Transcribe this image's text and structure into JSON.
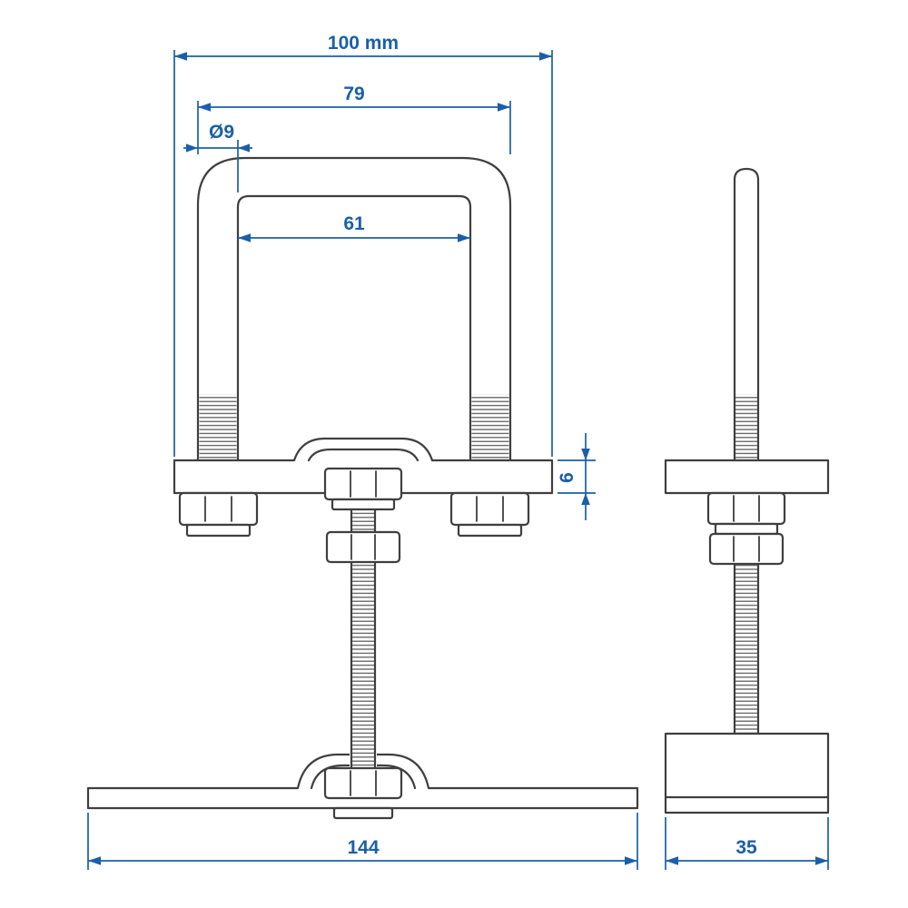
{
  "drawing": {
    "type": "technical-drawing",
    "subject": "U-bolt mast clamp with saddle plates, front and side orthographic views",
    "units": "mm",
    "colors": {
      "dimension_color": "#1a5fa8",
      "line_color": "#3f3f3f",
      "background": "#ffffff"
    },
    "dimensions": {
      "overall_width": "100 mm",
      "ubolt_outer_width": "79",
      "rod_diameter": "Ø9",
      "ubolt_inner_width": "61",
      "plate_thickness": "6",
      "base_plate_width": "144",
      "side_view_width": "35"
    }
  }
}
